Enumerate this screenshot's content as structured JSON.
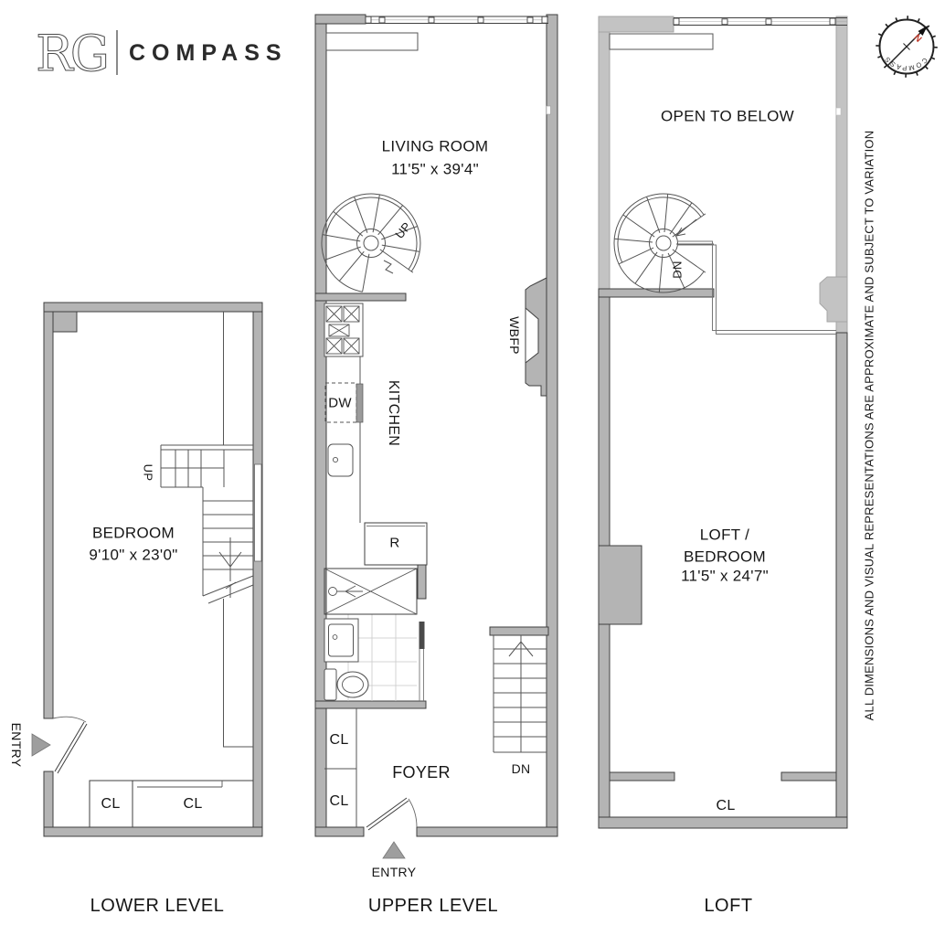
{
  "header": {
    "monogram": "RG",
    "brand": "COMPASS"
  },
  "compass_rose": {
    "north_label": "N",
    "brand": "COMPASS",
    "north_color": "#c0392b"
  },
  "disclaimer": "ALL DIMENSIONS AND VISUAL REPRESENTATIONS ARE APPROXIMATE AND SUBJECT TO VARIATION",
  "plans": {
    "lower": {
      "title": "LOWER LEVEL",
      "bedroom": "BEDROOM",
      "bedroom_dims": "9'10\" x 23'0\"",
      "up": "UP",
      "entry": "ENTRY",
      "cl_a": "CL",
      "cl_b": "CL"
    },
    "upper": {
      "title": "UPPER LEVEL",
      "living": "LIVING ROOM",
      "living_dims": "11'5\" x 39'4\"",
      "kitchen": "KITCHEN",
      "dw": "DW",
      "fridge": "R",
      "wbfp": "WBFP",
      "up": "UP",
      "dn": "DN",
      "foyer": "FOYER",
      "cl_a": "CL",
      "cl_b": "CL",
      "entry": "ENTRY"
    },
    "loft": {
      "title": "LOFT",
      "open": "OPEN TO BELOW",
      "name_line1": "LOFT /",
      "name_line2": "BEDROOM",
      "dims": "11'5\" x 24'7\"",
      "dn": "DN",
      "cl": "CL"
    }
  },
  "colors": {
    "wall": "#b4b4b4",
    "wall_light": "#c3c3c3",
    "line": "#3f3f3f",
    "north": "#c0392b"
  }
}
